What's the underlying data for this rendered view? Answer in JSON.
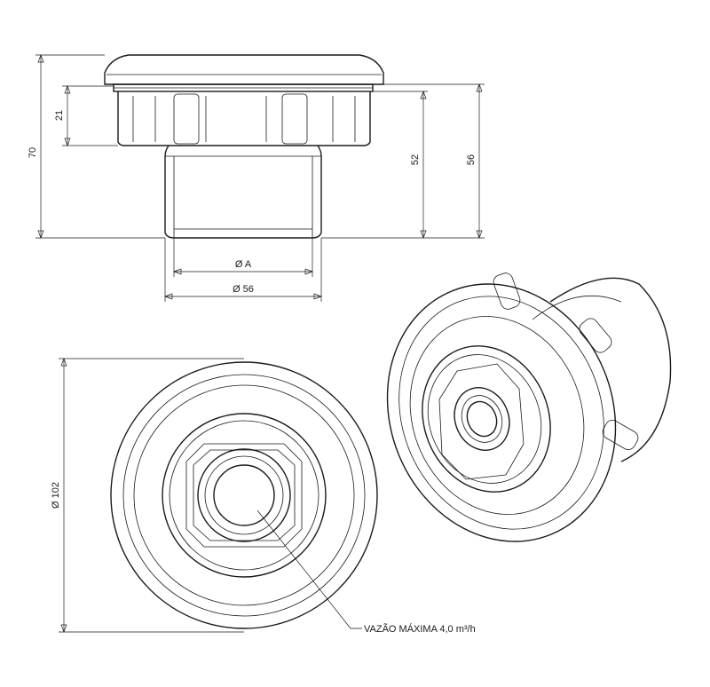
{
  "dimensions": {
    "overall_height": "70",
    "head_height": "21",
    "body_height": "52",
    "total_height": "56",
    "inner_diameter": "Ø A",
    "outer_diameter": "Ø 56",
    "flange_diameter": "Ø 102"
  },
  "callout": {
    "max_flow": "VAZÃO MÁXIMA 4,0 m³/h"
  }
}
